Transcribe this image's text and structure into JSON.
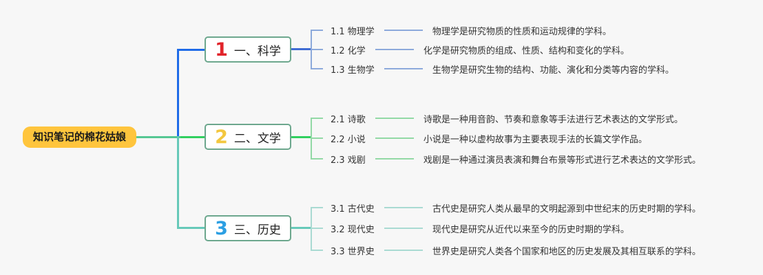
{
  "root": {
    "label": "知识笔记的棉花姑娘"
  },
  "palette": {
    "background": "#F7F7F7",
    "root_bg": "#FFC53D",
    "root_link": "#55C793",
    "branch_border": "#6CA78D",
    "blue": "#1F6BE8",
    "blue_mid": "#3E6BD3",
    "green": "#30CF5F",
    "teal": "#66C9B9",
    "blue_light": "#8CA9DB",
    "green_light": "#92D9A5",
    "teal_light": "#A9DAD2",
    "num1": "#E1242B",
    "num2": "#F3C73F",
    "num3": "#2C9FE3",
    "text": "#333333"
  },
  "branches": [
    {
      "number": "1",
      "label": "一、科学",
      "children": [
        {
          "label": "1.1 物理学",
          "desc": "物理学是研究物质的性质和运动规律的学科。"
        },
        {
          "label": "1.2 化学",
          "desc": "化学是研究物质的组成、性质、结构和变化的学科。"
        },
        {
          "label": "1.3 生物学",
          "desc": "生物学是研究生物的结构、功能、演化和分类等内容的学科。"
        }
      ]
    },
    {
      "number": "2",
      "label": "二、文学",
      "children": [
        {
          "label": "2.1 诗歌",
          "desc": "诗歌是一种用音韵、节奏和意象等手法进行艺术表达的文学形式。"
        },
        {
          "label": "2.2 小说",
          "desc": "小说是一种以虚构故事为主要表现手法的长篇文学作品。"
        },
        {
          "label": "2.3 戏剧",
          "desc": "戏剧是一种通过演员表演和舞台布景等形式进行艺术表达的文学形式。"
        }
      ]
    },
    {
      "number": "3",
      "label": "三、历史",
      "children": [
        {
          "label": "3.1 古代史",
          "desc": "古代史是研究人类从最早的文明起源到中世纪末的历史时期的学科。"
        },
        {
          "label": "3.2 现代史",
          "desc": "现代史是研究从近代以来至今的历史时期的学科。"
        },
        {
          "label": "3.3 世界史",
          "desc": "世界史是研究人类各个国家和地区的历史发展及其相互联系的学科。"
        }
      ]
    }
  ]
}
